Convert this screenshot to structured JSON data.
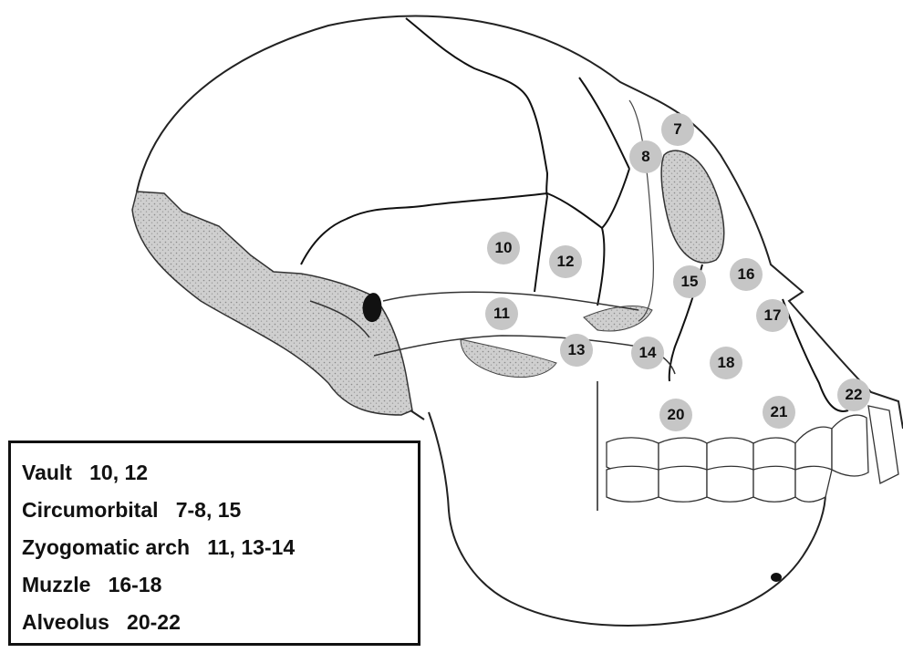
{
  "markers": [
    "7",
    "8",
    "10",
    "11",
    "12",
    "13",
    "14",
    "15",
    "16",
    "17",
    "18",
    "20",
    "21",
    "22"
  ],
  "legend": [
    {
      "label": "Vault",
      "numbers": "10, 12"
    },
    {
      "label": "Circumorbital",
      "numbers": "7-8, 15"
    },
    {
      "label": "Zyogomatic arch",
      "numbers": "11, 13-14"
    },
    {
      "label": "Muzzle",
      "numbers": "16-18"
    },
    {
      "label": "Alveolus",
      "numbers": "20-22"
    }
  ],
  "colors": {
    "outline": "#111111",
    "shade": "#c9c9c9",
    "marker": "#c6c6c6"
  }
}
